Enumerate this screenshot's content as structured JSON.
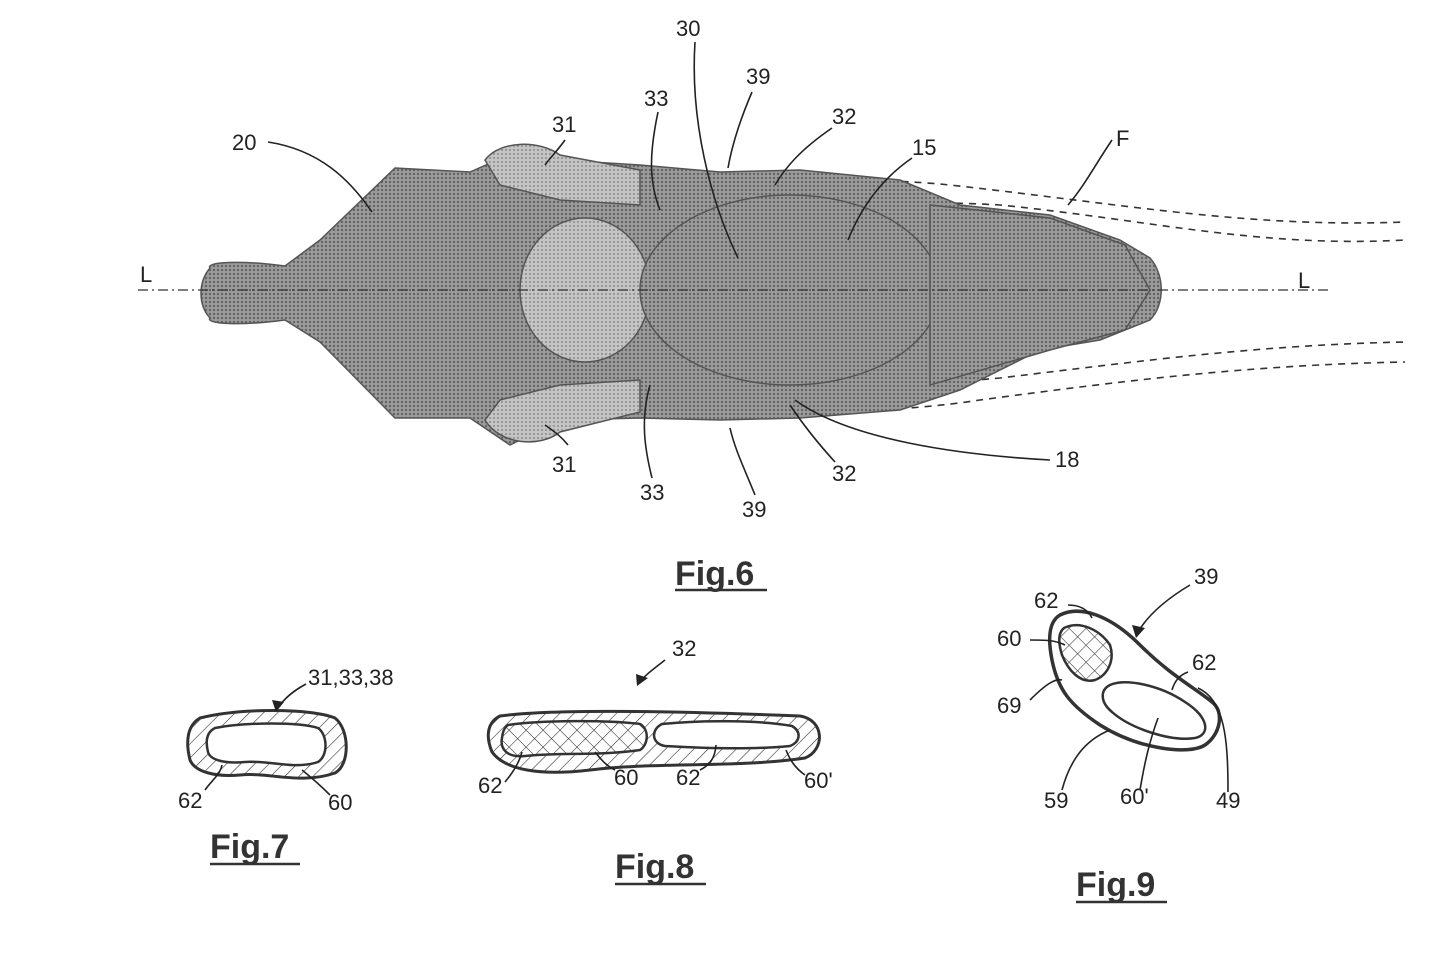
{
  "figures": {
    "fig6": {
      "caption": "Fig.6",
      "axis_label_left": "L",
      "axis_label_right": "L",
      "refs": {
        "r30": "30",
        "r39_top": "39",
        "r33_top": "33",
        "r32_top": "32",
        "r31_top": "31",
        "r15": "15",
        "rF": "F",
        "r20": "20",
        "r31_bottom": "31",
        "r33_bottom": "33",
        "r39_bottom": "39",
        "r32_bottom": "32",
        "r18": "18"
      }
    },
    "fig7": {
      "caption": "Fig.7",
      "refs": {
        "r_main": "31,33,38",
        "r62": "62",
        "r60": "60"
      }
    },
    "fig8": {
      "caption": "Fig.8",
      "refs": {
        "r32": "32",
        "r62a": "62",
        "r60": "60",
        "r62b": "62",
        "r60p": "60'"
      }
    },
    "fig9": {
      "caption": "Fig.9",
      "refs": {
        "r39": "39",
        "r62a": "62",
        "r60": "60",
        "r62b": "62",
        "r69": "69",
        "r59": "59",
        "r60p": "60'",
        "r49": "49"
      }
    }
  },
  "colors": {
    "ink": "#222222",
    "body_shade": "#7a7a7a",
    "paper": "#ffffff"
  }
}
